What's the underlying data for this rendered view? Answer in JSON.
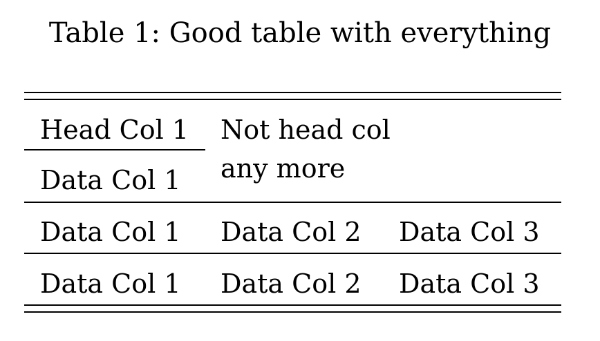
{
  "caption": "Table 1: Good table with everything",
  "table": {
    "header": {
      "col1": "Head Col 1",
      "merged_line1": "Not head col",
      "merged_line2": "any more"
    },
    "first_data_col1": "Data Col 1",
    "rows": [
      [
        "Data Col 1",
        "Data Col 2",
        "Data Col 3"
      ],
      [
        "Data Col 1",
        "Data Col 2",
        "Data Col 3"
      ]
    ]
  }
}
